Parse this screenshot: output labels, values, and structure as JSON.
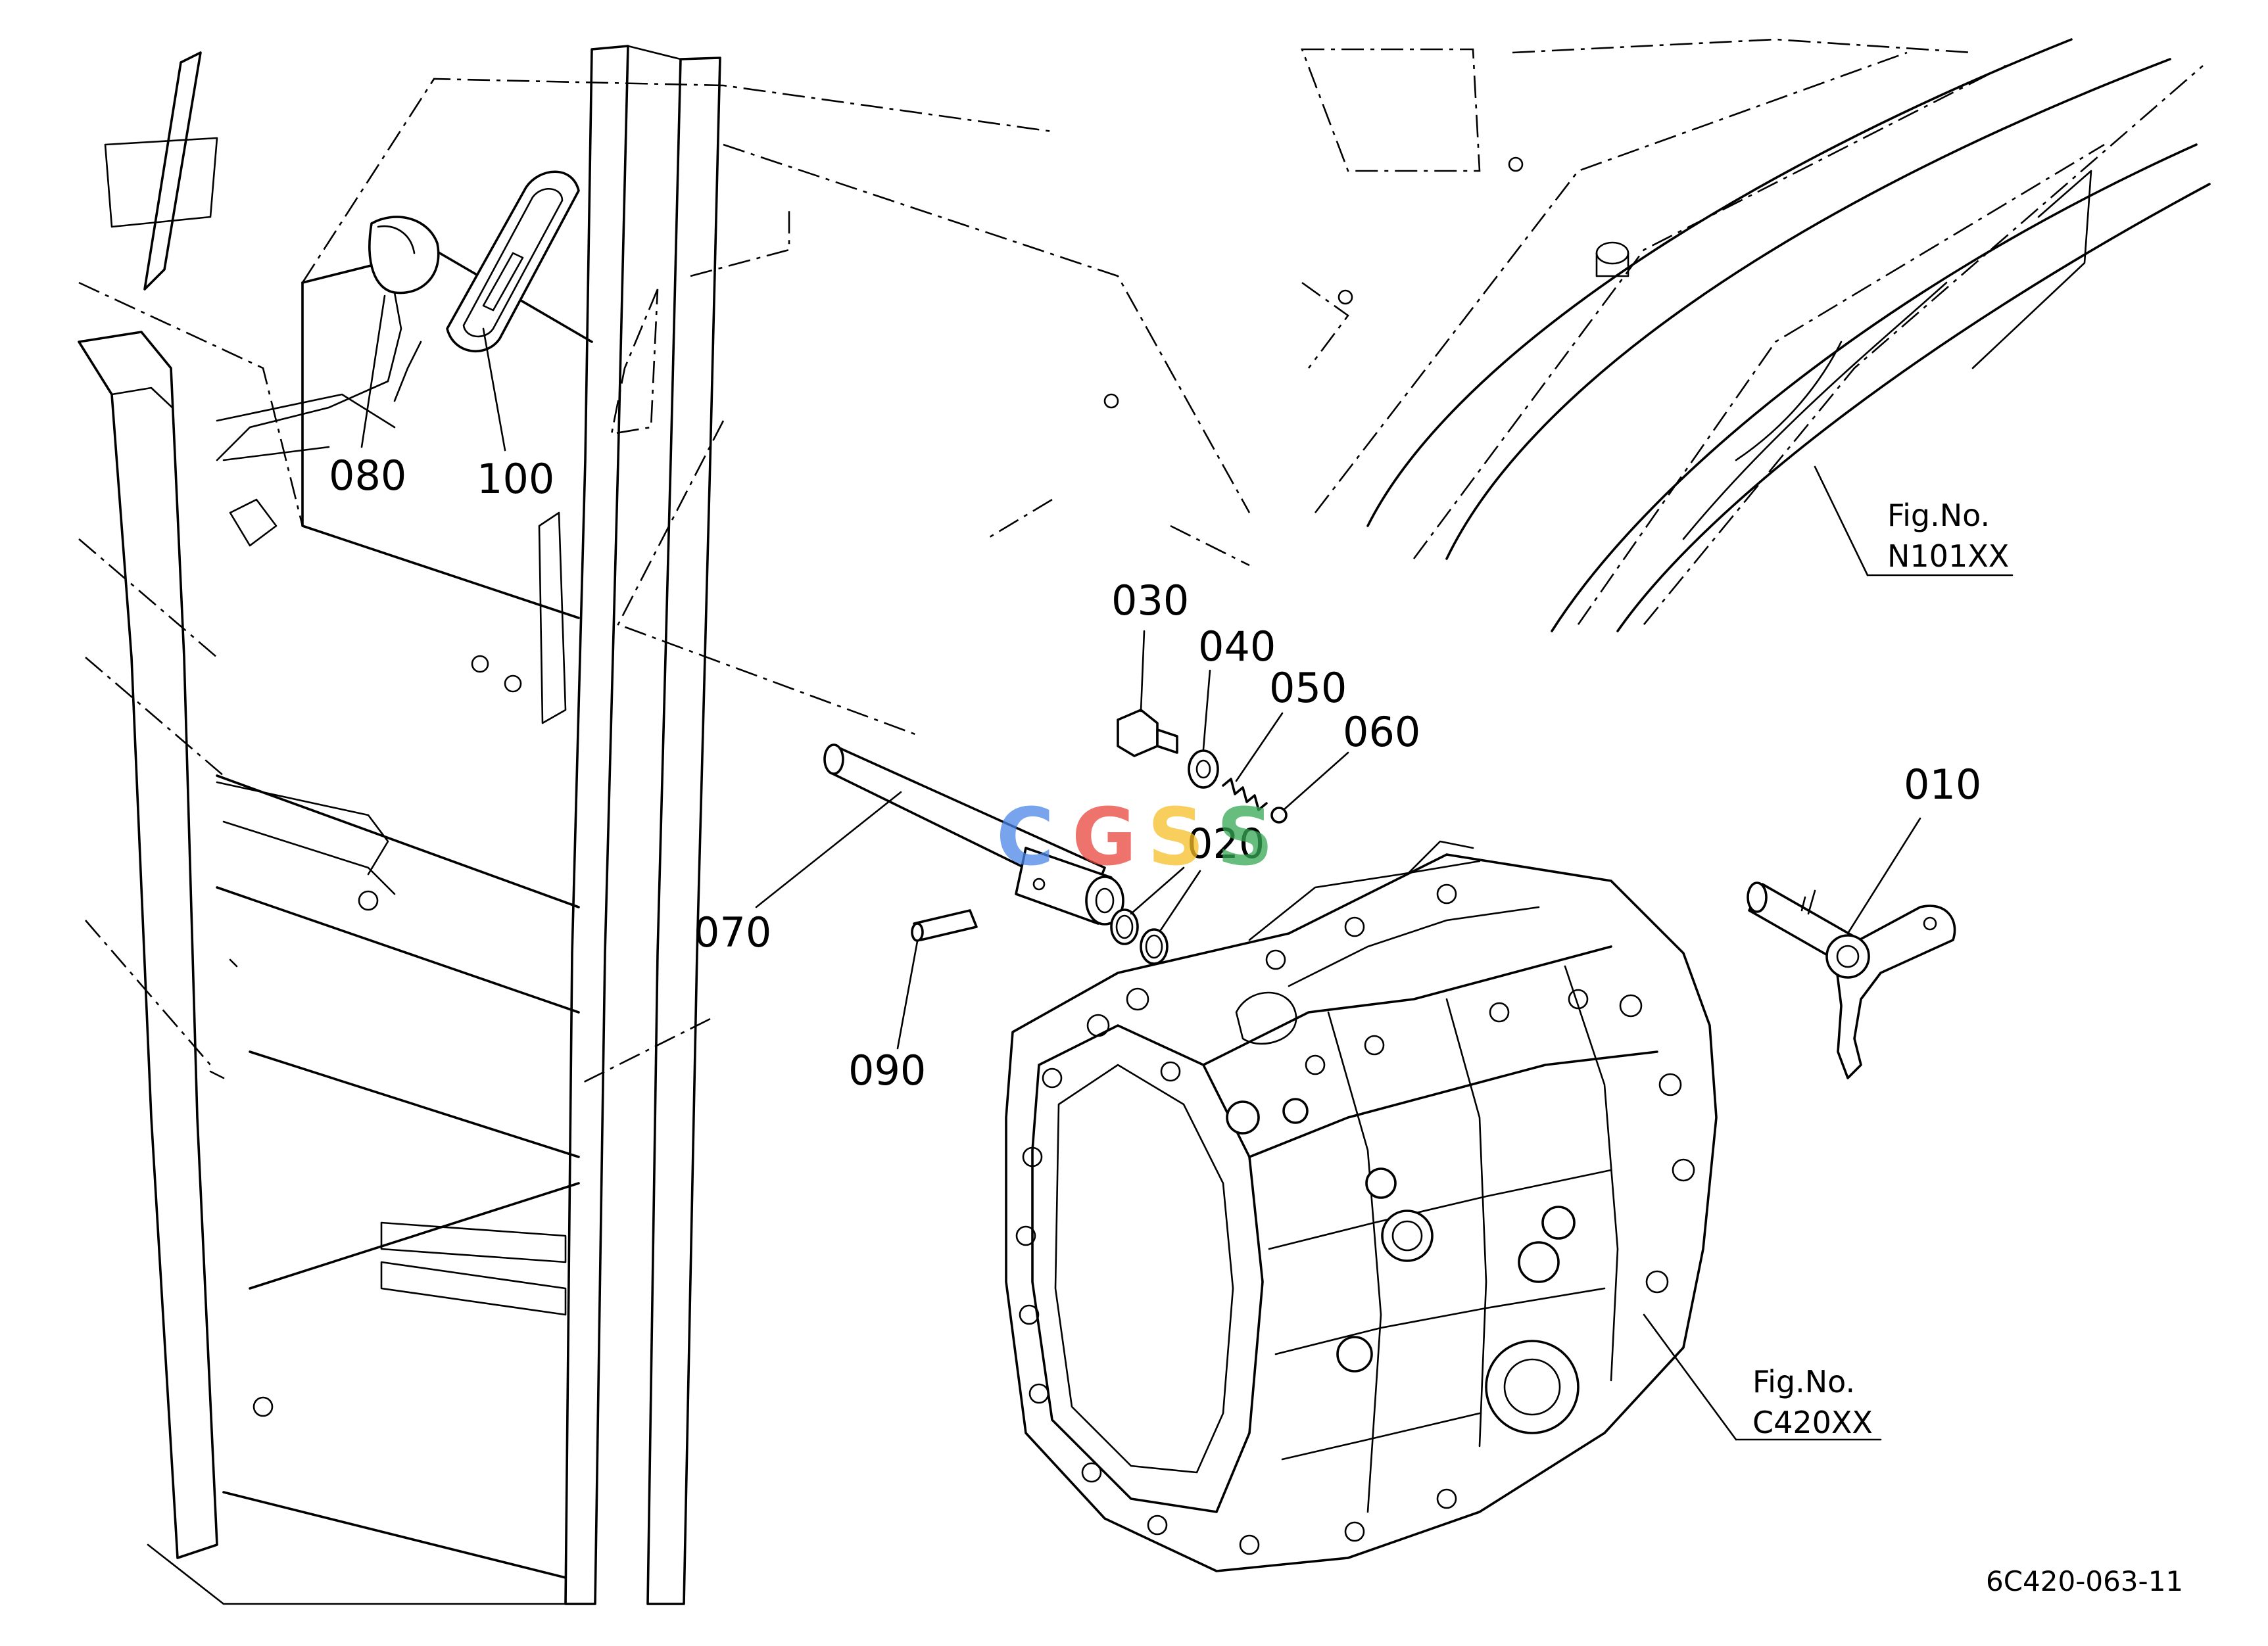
{
  "parts": {
    "p010": "010",
    "p020": "020",
    "p030": "030",
    "p040": "040",
    "p050": "050",
    "p060": "060",
    "p070": "070",
    "p080": "080",
    "p090": "090",
    "p100": "100"
  },
  "figure_refs": {
    "ref_a": {
      "line1": "Fig.No.",
      "line2": "N101XX"
    },
    "ref_b": {
      "line1": "Fig.No.",
      "line2": "C420XX"
    }
  },
  "drawing_number": "6C420-063-11",
  "watermark": {
    "letters": [
      "C",
      "G",
      "S",
      "S"
    ],
    "colors": [
      "#4a86e8",
      "#e8453c",
      "#f6bf26",
      "#34a853"
    ]
  }
}
